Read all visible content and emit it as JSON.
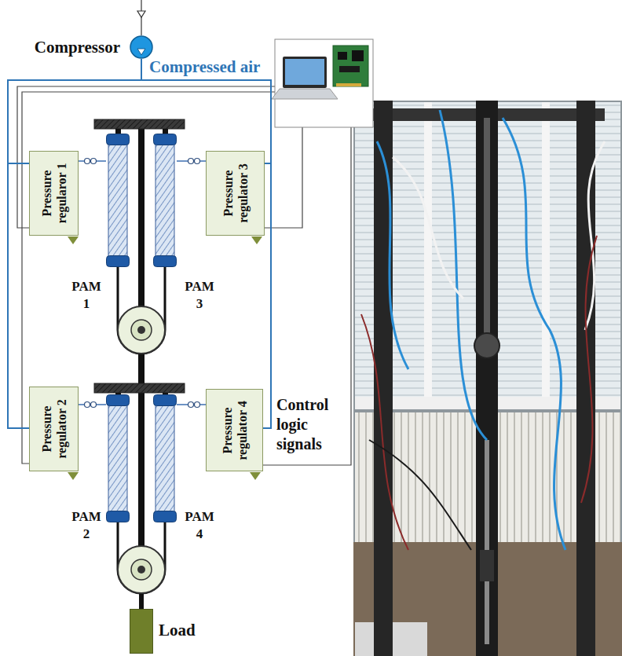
{
  "diagram": {
    "nodes": [
      {
        "text": [
          "Compressor"
        ]
      },
      {
        "text": [
          "Pressure regularor 1"
        ]
      },
      {
        "text": [
          "PAM 1"
        ]
      },
      {
        "text": [
          "PAM 3"
        ]
      },
      {
        "text": [
          "Pressure regulator 3"
        ]
      },
      {
        "text": [
          "Pressure regulator 2"
        ]
      },
      {
        "text": [
          "PAM 2"
        ]
      },
      {
        "text": [
          "PAM 4"
        ]
      },
      {
        "text": [
          "Pressure regulator 4"
        ]
      },
      {
        "text": [
          "Load"
        ]
      }
    ],
    "edges": [
      {
        "from": 0,
        "to": 1,
        "arrow": "none"
      },
      {
        "from": 0,
        "to": 4,
        "arrow": "none"
      },
      {
        "from": 0,
        "to": 5,
        "arrow": "none"
      },
      {
        "from": 0,
        "to": 8,
        "arrow": "none"
      },
      {
        "from": 1,
        "to": 2,
        "arrow": "none"
      },
      {
        "from": 4,
        "to": 3,
        "arrow": "none"
      },
      {
        "from": 5,
        "to": 6,
        "arrow": "none"
      },
      {
        "from": 8,
        "to": 7,
        "arrow": "none"
      }
    ],
    "labels": [
      "Compressed air",
      "Control logic signals"
    ]
  }
}
